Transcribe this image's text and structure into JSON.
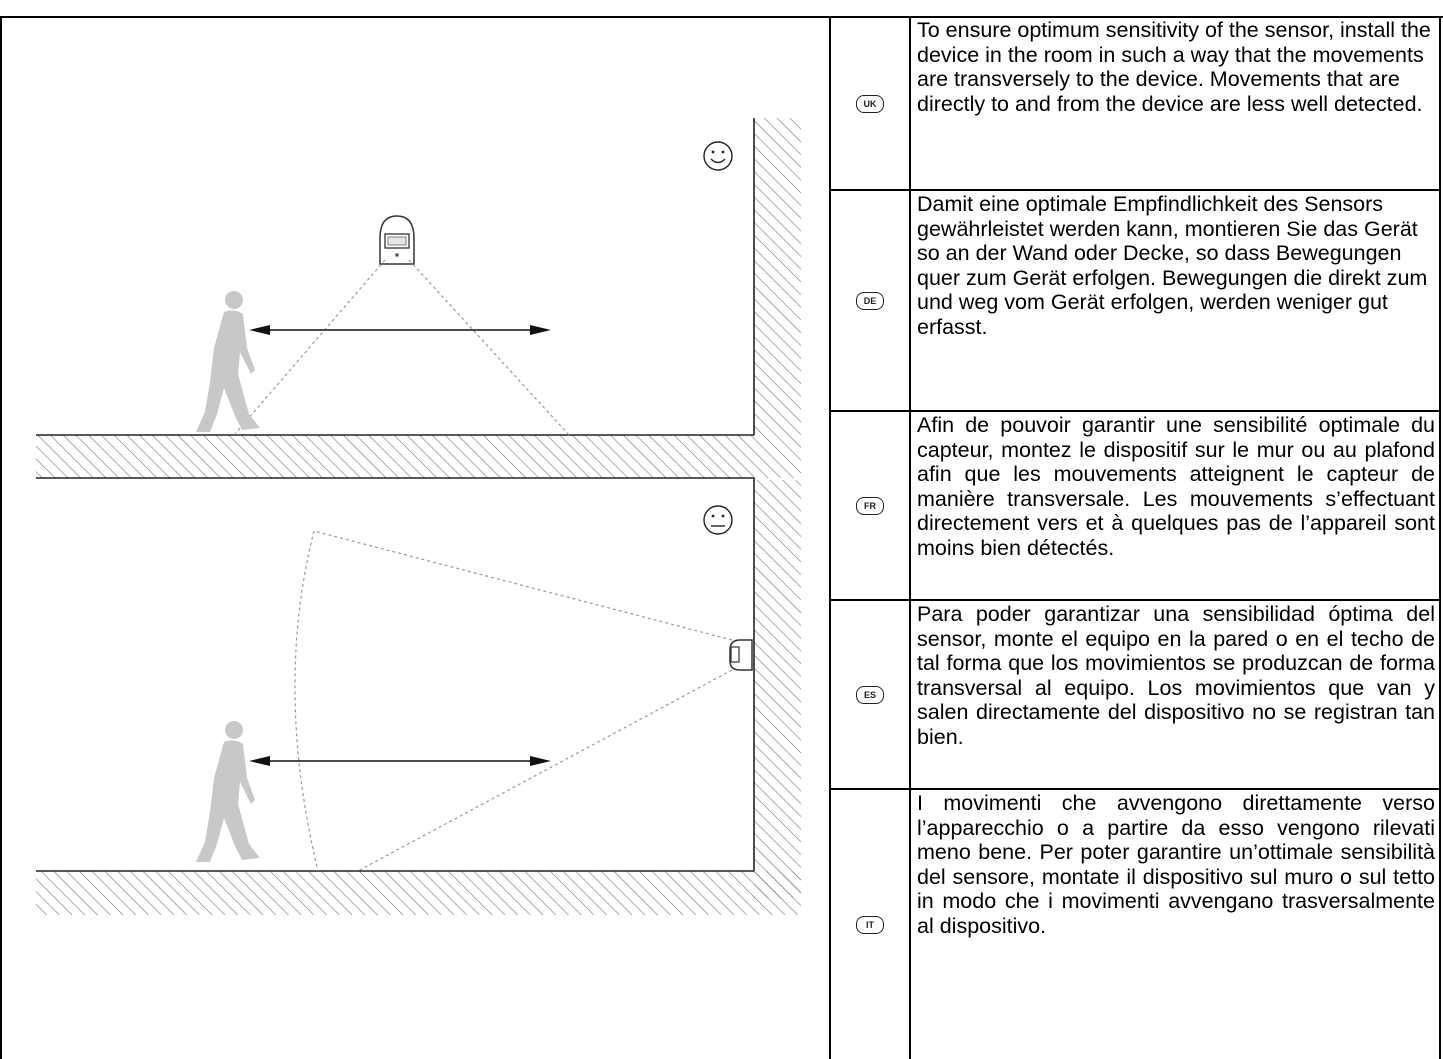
{
  "rows": [
    {
      "lang": "UK",
      "text": "To ensure optimum sensitivity of the sensor, install the device in the room in such a way that the movements are transversely to the device. Movements that are directly to and from the device are less well detected."
    },
    {
      "lang": "DE",
      "text": "Damit eine optimale Empfindlichkeit des Sensors gewährleistet werden kann, montieren Sie das Gerät so an der Wand oder Decke, so dass Bewegungen quer zum Gerät erfolgen. Bewegungen die direkt zum und weg vom Gerät erfolgen, werden weniger gut erfasst."
    },
    {
      "lang": "FR",
      "text": "Afin de pouvoir garantir une sensibilité optimale du capteur, montez le dispositif sur le mur ou au plafond afin que les mouvements atteignent le capteur de manière transversale. Les mouvements s’effectuant directement vers et à quelques pas de l’appareil sont moins bien détectés."
    },
    {
      "lang": "ES",
      "text": "Para poder garantizar una sensibilidad óptima del sensor, monte el equipo en la pared o en el techo de tal forma que los movimientos se produzcan de forma transversal al equipo. Los movimientos que van y salen directamente del dispositivo no se registran tan bien."
    },
    {
      "lang": "IT",
      "text": "I movimenti che avvengono direttamente verso l’apparecchio o a partire da esso vengono rilevati meno bene.  Per poter garantire un’ottimale sensibilità del sensore, montate il dispositivo sul muro o sul tetto in modo che i movimenti avvengano trasversalmente al dispositivo."
    }
  ],
  "colors": {
    "line": "#000000",
    "hatch": "#666666",
    "figure": "#c8c8c8",
    "dashed": "#999999"
  },
  "icons": {
    "top_scene_rating": "smiley-happy-icon",
    "bottom_scene_rating": "smiley-neutral-icon"
  }
}
